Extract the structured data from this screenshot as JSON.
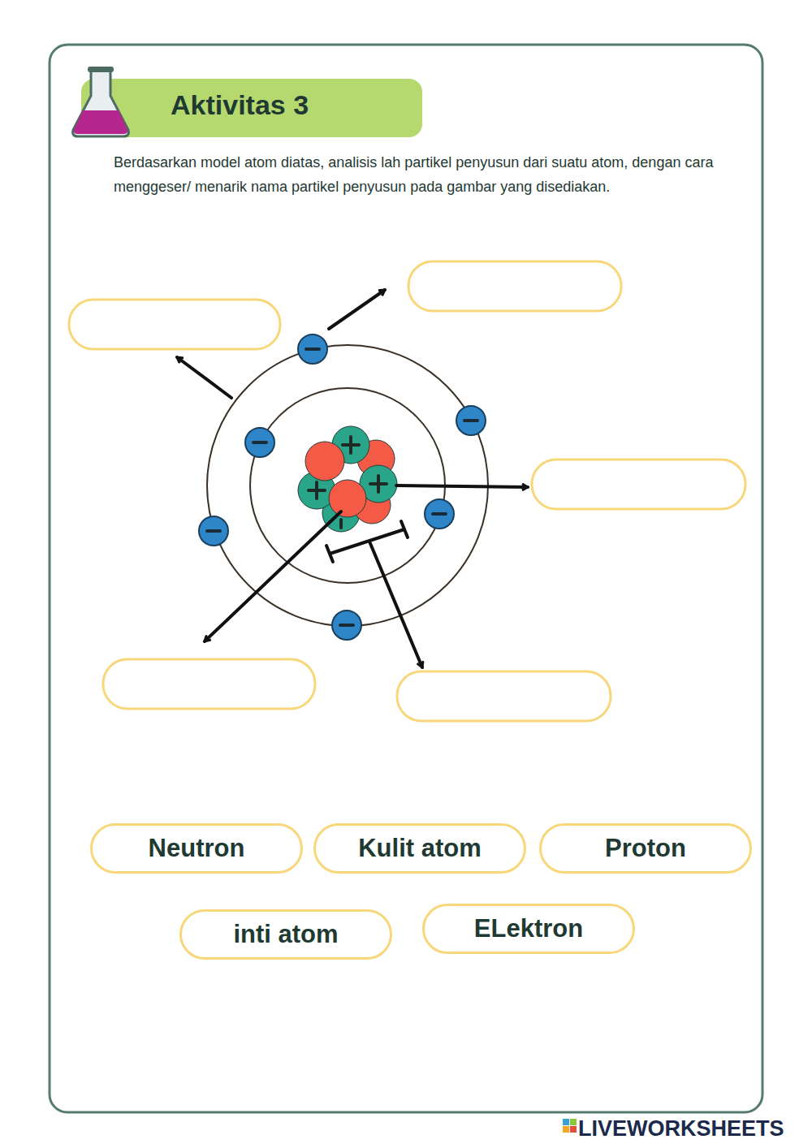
{
  "diagram": {
    "title": "Aktivitas 3",
    "nodes": [
      {
        "text": [
          "Neutron"
        ]
      },
      {
        "text": [
          "Kulit atom"
        ]
      },
      {
        "text": [
          "Proton"
        ]
      },
      {
        "text": [
          "inti atom"
        ]
      },
      {
        "text": [
          "ELektron"
        ]
      }
    ],
    "labels": [
      "Berdasarkan model atom diatas, analisis lah partikel penyusun dari suatu atom, dengan cara menggeser/ menarik nama partikel penyusun pada gambar yang disediakan.",
      "LIVEWORKSHEETS"
    ]
  }
}
